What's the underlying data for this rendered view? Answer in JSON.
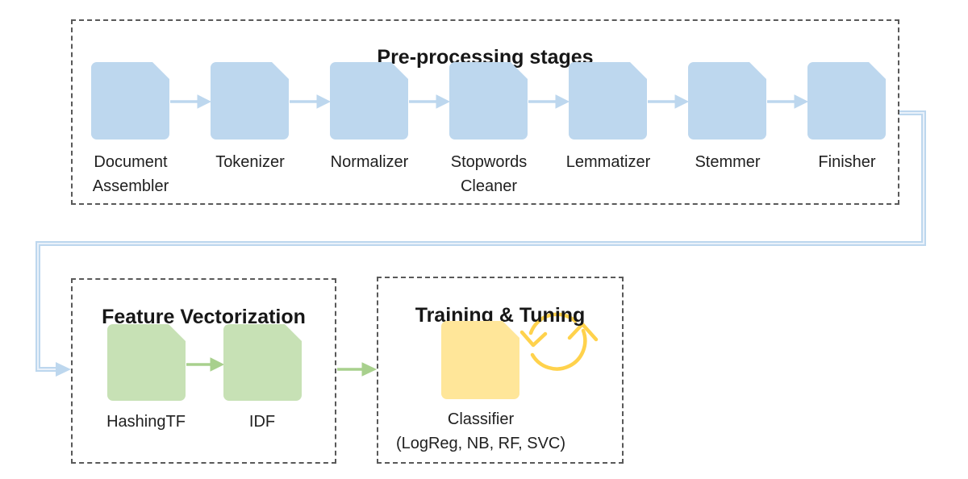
{
  "preprocessing": {
    "title": "Pre-processing stages",
    "stages": [
      "Document Assembler",
      "Tokenizer",
      "Normalizer",
      "Stopwords Cleaner",
      "Lemmatizer",
      "Stemmer",
      "Finisher"
    ]
  },
  "feature_vectorization": {
    "title": "Feature Vectorization",
    "stages": [
      "HashingTF",
      "IDF"
    ]
  },
  "training_tuning": {
    "title": "Training & Tuning",
    "classifier_name": "Classifier",
    "classifier_models": "(LogReg, NB, RF, SVC)"
  },
  "colors": {
    "stage_blue": "#BDD7EE",
    "stage_green": "#C7E1B5",
    "stage_yellow": "#FFE699",
    "arrow_blue": "#BDD7EE",
    "arrow_green": "#A8D08D",
    "cycle_icon_yellow": "#FFD24C",
    "box_border_gray": "#595959"
  },
  "icons": {
    "document": "document-icon",
    "cycle": "cycle-icon"
  }
}
